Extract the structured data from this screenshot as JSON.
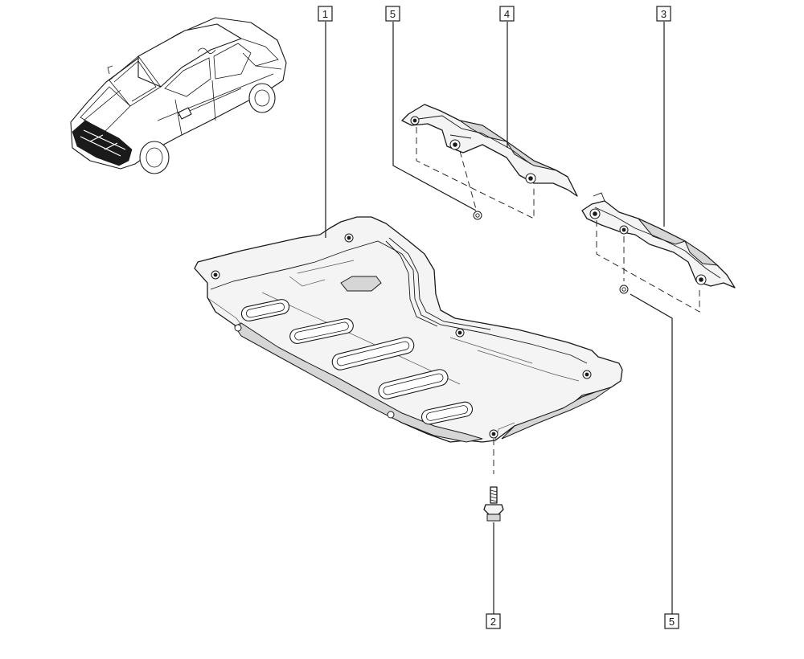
{
  "callouts": [
    {
      "id": "c1",
      "label": "1"
    },
    {
      "id": "c5a",
      "label": "5"
    },
    {
      "id": "c4",
      "label": "4"
    },
    {
      "id": "c3",
      "label": "3"
    },
    {
      "id": "c2",
      "label": "2"
    },
    {
      "id": "c5b",
      "label": "5"
    }
  ],
  "colors": {
    "line": "#1a1a1a",
    "fill": "#f4f4f4",
    "background": "#ffffff"
  }
}
